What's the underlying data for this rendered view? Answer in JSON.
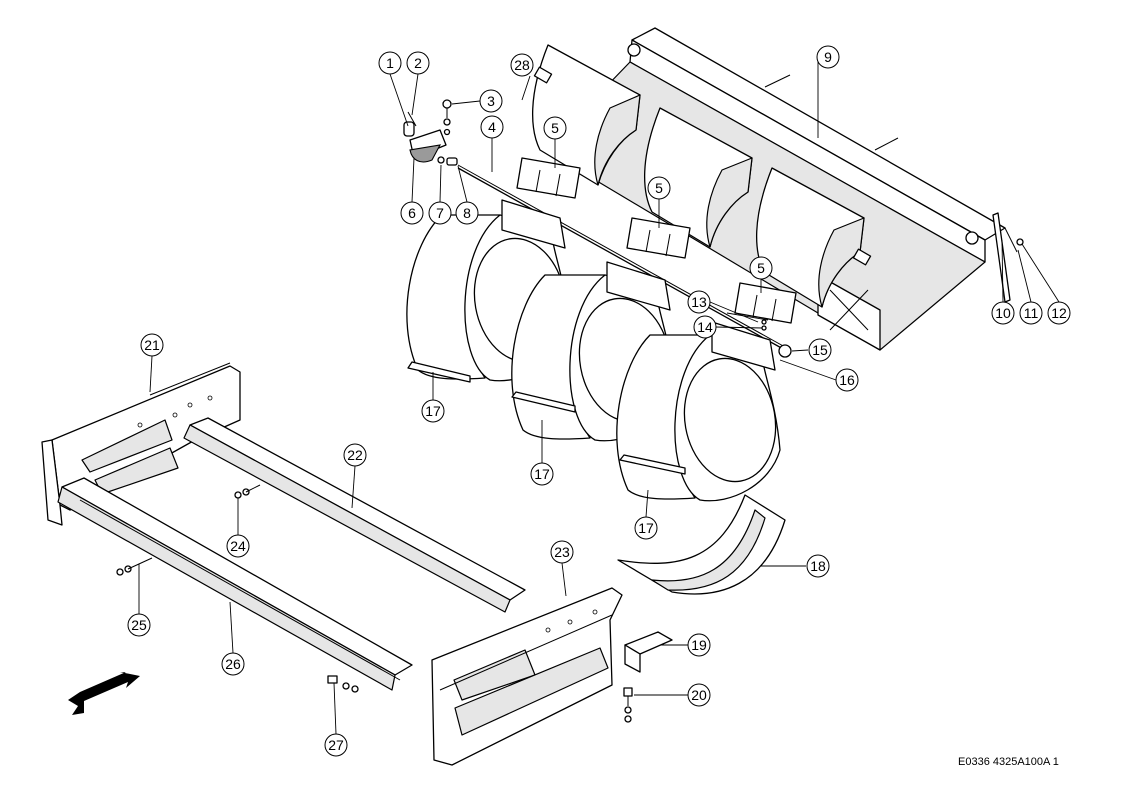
{
  "drawing_code": "E0336 4325A100A 1",
  "callouts": [
    {
      "id": "c1",
      "label": "1"
    },
    {
      "id": "c2",
      "label": "2"
    },
    {
      "id": "c3",
      "label": "3"
    },
    {
      "id": "c4",
      "label": "4"
    },
    {
      "id": "c5a",
      "label": "5"
    },
    {
      "id": "c5b",
      "label": "5"
    },
    {
      "id": "c5c",
      "label": "5"
    },
    {
      "id": "c6",
      "label": "6"
    },
    {
      "id": "c7",
      "label": "7"
    },
    {
      "id": "c8",
      "label": "8"
    },
    {
      "id": "c9",
      "label": "9"
    },
    {
      "id": "c10",
      "label": "10"
    },
    {
      "id": "c11",
      "label": "11"
    },
    {
      "id": "c12",
      "label": "12"
    },
    {
      "id": "c13",
      "label": "13"
    },
    {
      "id": "c14",
      "label": "14"
    },
    {
      "id": "c15",
      "label": "15"
    },
    {
      "id": "c16",
      "label": "16"
    },
    {
      "id": "c17a",
      "label": "17"
    },
    {
      "id": "c17b",
      "label": "17"
    },
    {
      "id": "c17c",
      "label": "17"
    },
    {
      "id": "c18",
      "label": "18"
    },
    {
      "id": "c19",
      "label": "19"
    },
    {
      "id": "c20",
      "label": "20"
    },
    {
      "id": "c21",
      "label": "21"
    },
    {
      "id": "c22",
      "label": "22"
    },
    {
      "id": "c23",
      "label": "23"
    },
    {
      "id": "c24",
      "label": "24"
    },
    {
      "id": "c25",
      "label": "25"
    },
    {
      "id": "c26",
      "label": "26"
    },
    {
      "id": "c27",
      "label": "27"
    },
    {
      "id": "c28",
      "label": "28"
    }
  ]
}
